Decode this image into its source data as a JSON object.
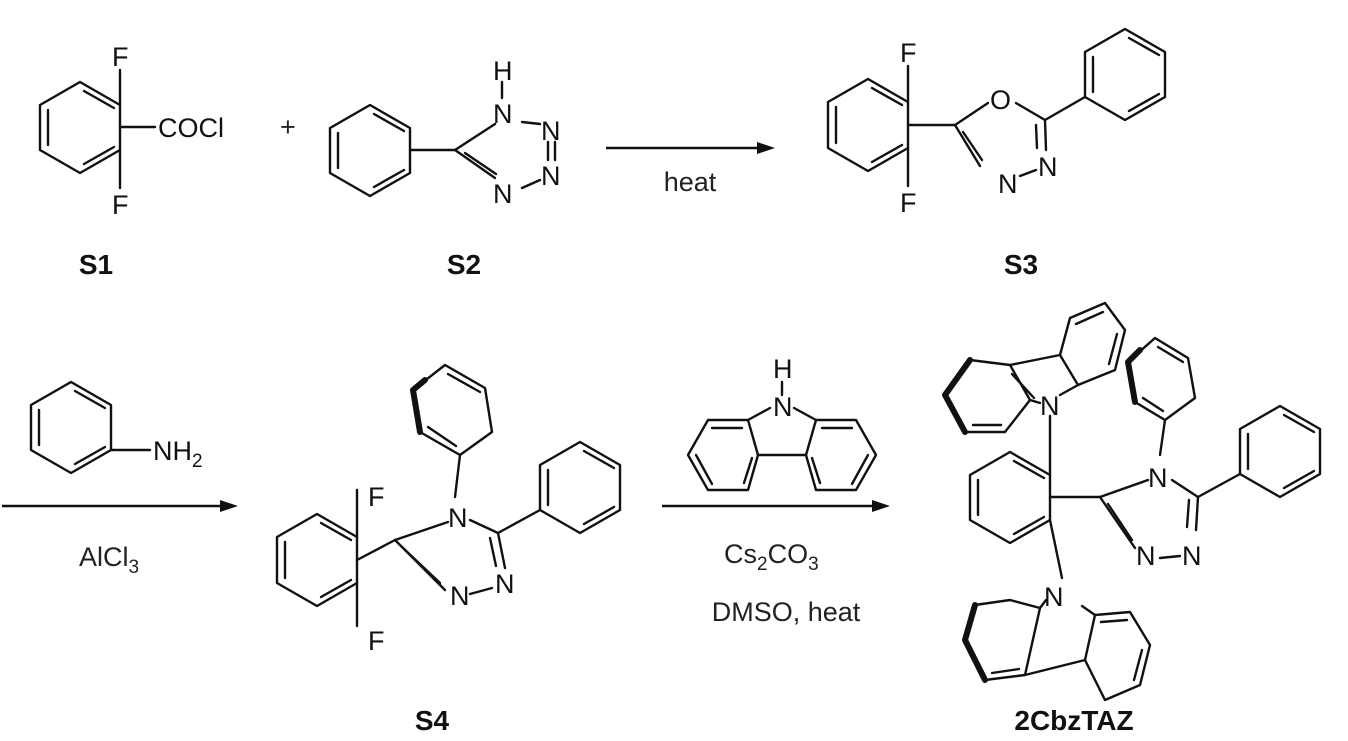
{
  "compounds": {
    "s1": {
      "label": "S1"
    },
    "s2": {
      "label": "S2"
    },
    "s3": {
      "label": "S3"
    },
    "s4": {
      "label": "S4"
    },
    "product": {
      "label": "2CbzTAZ"
    }
  },
  "symbols": {
    "plus": "+"
  },
  "atoms": {
    "fluorine": "F",
    "oxygen": "O",
    "nitrogen": "N",
    "hydrogen": "H",
    "cocl": "COCl",
    "nh": "NH",
    "two": "2"
  },
  "reactions": {
    "step1": {
      "condition": "heat"
    },
    "step2": {
      "reagent_main": "AlCl",
      "reagent_sub": "3"
    },
    "step3": {
      "reagent_cs": "Cs",
      "reagent_cs_sub": "2",
      "reagent_co": "CO",
      "reagent_co_sub": "3",
      "solvent": "DMSO, heat"
    }
  }
}
